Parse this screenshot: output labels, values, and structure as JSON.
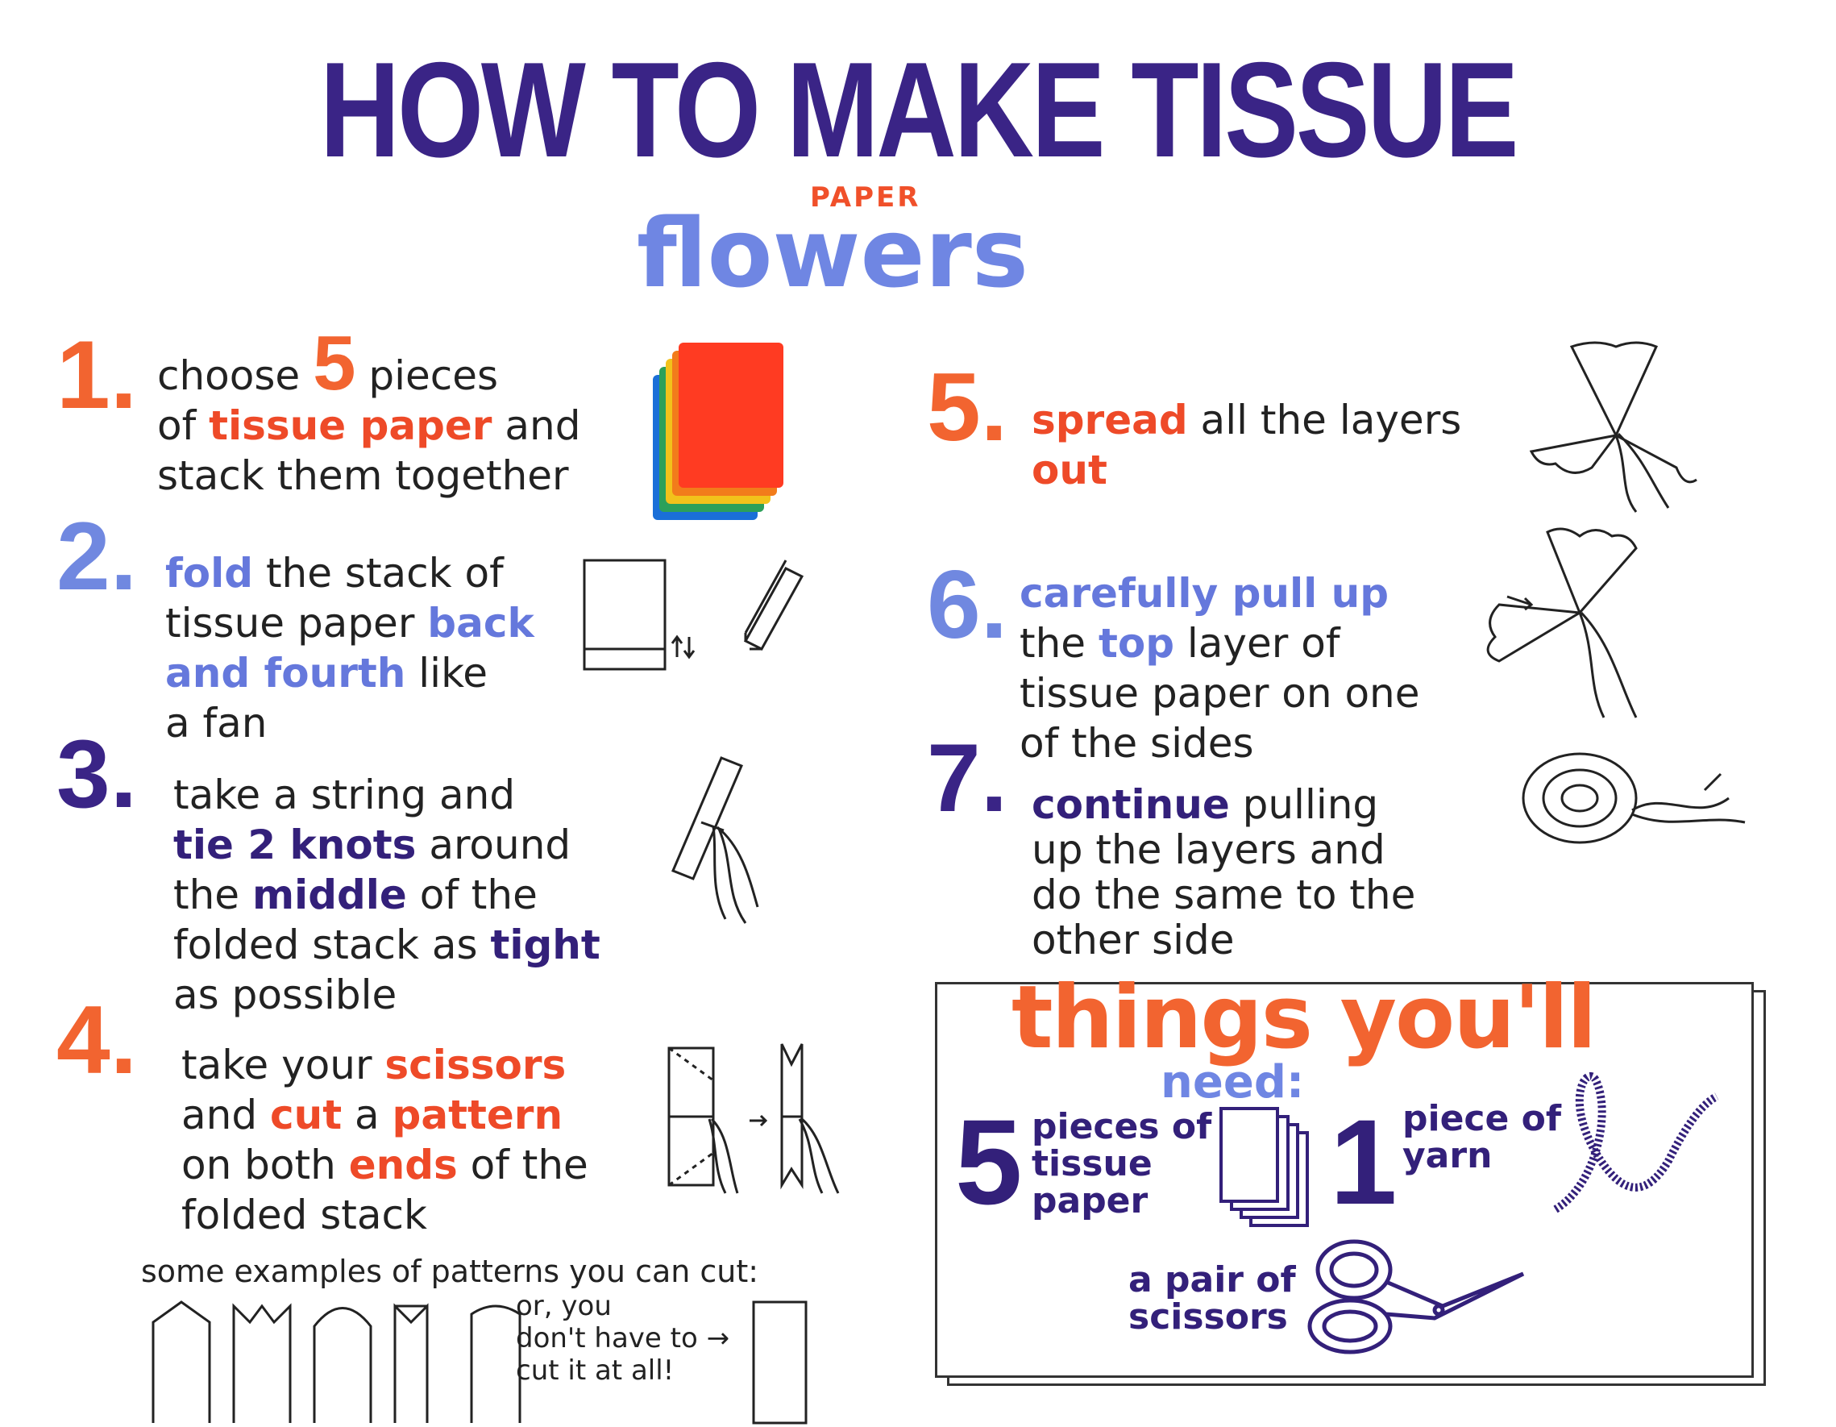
{
  "title": {
    "main": "HOW TO MAKE TISSUE",
    "small": "PAPER",
    "flowers": "flowers"
  },
  "steps": [
    {
      "number": "1.",
      "parts": [
        "choose ",
        "5",
        " pieces",
        "of ",
        "tissue paper",
        " and",
        "stack them together"
      ]
    },
    {
      "number": "2.",
      "parts": [
        "fold",
        " the stack of",
        "tissue paper ",
        "back",
        "and fourth",
        " like",
        "a fan"
      ]
    },
    {
      "number": "3.",
      "parts": [
        "take a string and",
        "tie 2 knots",
        " around",
        "the ",
        "middle",
        " of the",
        "folded stack as ",
        "tight",
        "as possible"
      ]
    },
    {
      "number": "4.",
      "parts": [
        "take your ",
        "scissors",
        "and ",
        "cut",
        " a ",
        "pattern",
        "on both ",
        "ends",
        " of the",
        "folded stack"
      ]
    },
    {
      "number": "5.",
      "parts": [
        "spread",
        " all the layers",
        "out"
      ]
    },
    {
      "number": "6.",
      "parts": [
        "carefully pull up",
        "the ",
        "top",
        " layer of",
        "tissue paper on one",
        "of the sides"
      ]
    },
    {
      "number": "7.",
      "parts": [
        "continue",
        " pulling",
        "up the layers and",
        "do the same to the",
        "other side"
      ]
    }
  ],
  "examples": {
    "title": "some examples of patterns you can cut:",
    "alternative": [
      "or, you",
      "don't have to →",
      "cut it at all!"
    ]
  },
  "needs": {
    "heading": "things you'll",
    "heading2": "need:",
    "items": [
      {
        "count": "5",
        "label": [
          "pieces of",
          "tissue",
          "paper"
        ]
      },
      {
        "count": "1",
        "label": [
          "piece of",
          "yarn"
        ]
      },
      {
        "count": "",
        "label": [
          "a pair of",
          "scissors"
        ]
      }
    ]
  },
  "colors": {
    "orange": "#f26430",
    "blue": "#7088e0",
    "purple": "#3a2486"
  }
}
